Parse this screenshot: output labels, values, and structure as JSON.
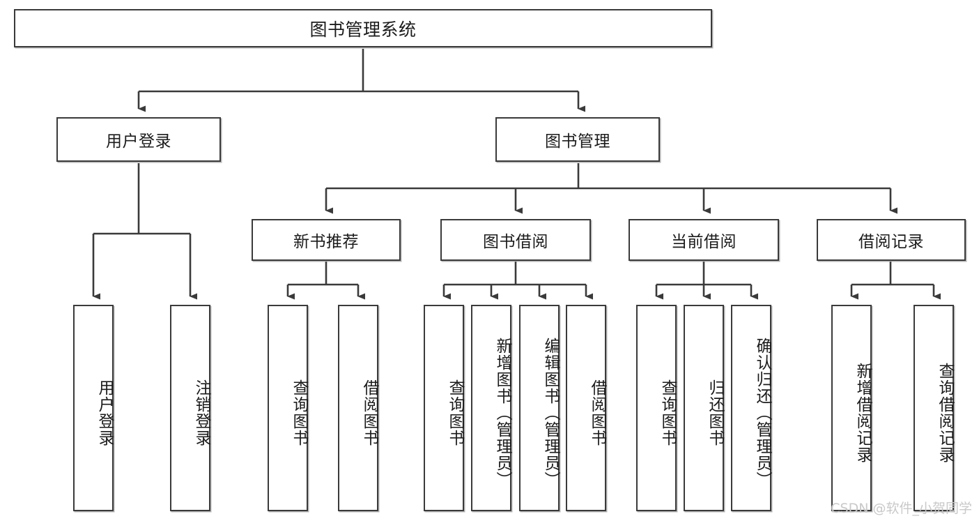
{
  "diagram": {
    "title": "图书管理系统",
    "type": "tree-hierarchy",
    "orientation": "top-down",
    "root": {
      "label": "图书管理系统"
    },
    "level1": [
      {
        "label": "用户登录"
      },
      {
        "label": "图书管理"
      }
    ],
    "level2": [
      {
        "label": "新书推荐"
      },
      {
        "label": "图书借阅"
      },
      {
        "label": "当前借阅"
      },
      {
        "label": "借阅记录"
      }
    ],
    "leaves": {
      "user_login": [
        {
          "label": "用户登录"
        },
        {
          "label": "注销登录"
        }
      ],
      "new_book_recommend": [
        {
          "label": "查询图书"
        },
        {
          "label": "借阅图书"
        }
      ],
      "book_borrow": [
        {
          "label": "查询图书"
        },
        {
          "label": "新增图书（管理员）"
        },
        {
          "label": "编辑图书（管理员）"
        },
        {
          "label": "借阅图书"
        }
      ],
      "current_borrow": [
        {
          "label": "查询图书"
        },
        {
          "label": "归还图书"
        },
        {
          "label": "确认归还（管理员）"
        }
      ],
      "borrow_record": [
        {
          "label": "新增借阅记录"
        },
        {
          "label": "查询借阅记录"
        }
      ]
    }
  },
  "watermark": {
    "text": "CSDN @软件_小贺同学"
  },
  "colors": {
    "box_border": "#3a3a3a",
    "box_fill": "#ffffff",
    "line": "#3a3a3a",
    "text": "#1b1b1b",
    "watermark": "#c9c9c9"
  }
}
